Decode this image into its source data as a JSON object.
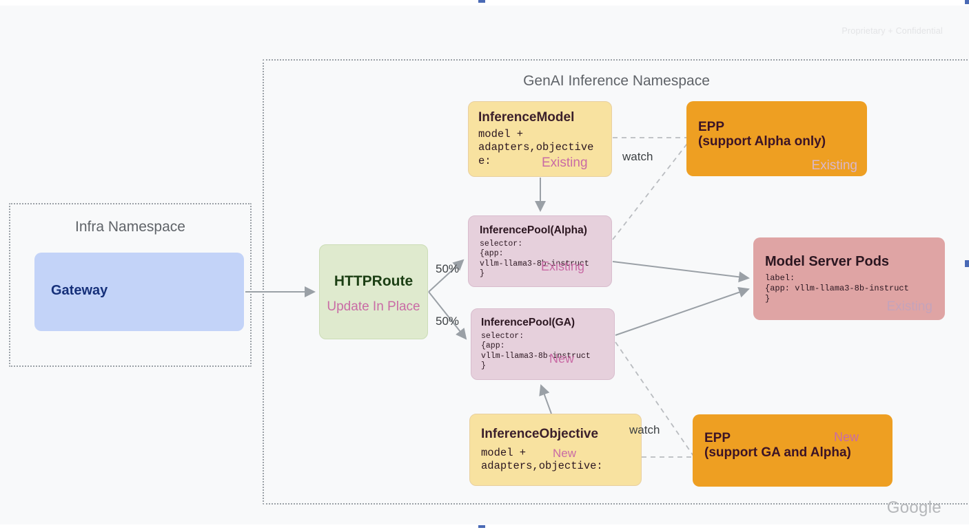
{
  "page": {
    "confidential_notice": "Proprietary + Confidential",
    "brand": "Google"
  },
  "namespaces": [
    {
      "id": "infra",
      "title": "Infra Namespace"
    },
    {
      "id": "genai",
      "title": "GenAI Inference Namespace"
    }
  ],
  "nodes": {
    "gateway": {
      "title": "Gateway",
      "color": "#c3d3f8"
    },
    "httproute": {
      "title": "HTTPRoute",
      "tag": "Update In Place",
      "color": "#dfeace"
    },
    "inference_model": {
      "title": "InferenceModel",
      "spec": "model +\nadapters,objective\ne:",
      "tag": "Existing",
      "color": "#f8e2a0"
    },
    "inference_pool_alpha": {
      "title": "InferencePool(Alpha)",
      "spec": "selector:\n{app:\nvllm-llama3-8b-instruct\n}",
      "tag": "Existing",
      "color": "#e6d0dc"
    },
    "inference_pool_ga": {
      "title": "InferencePool(GA)",
      "spec": "selector:\n{app:\nvllm-llama3-8b-instruct\n}",
      "tag": "New",
      "color": "#e6d0dc"
    },
    "inference_objective": {
      "title": "InferenceObjective",
      "spec": "model +\nadapters,objective:",
      "tag": "New",
      "color": "#f8e2a0"
    },
    "epp_alpha": {
      "title_line1": "EPP",
      "title_line2": "(support Alpha only)",
      "tag": "Existing",
      "color": "#ee9f22"
    },
    "epp_ga": {
      "title_line1": "EPP",
      "title_line2": "(support GA and Alpha)",
      "tag": "New",
      "color": "#ee9f22"
    },
    "model_server_pods": {
      "title": "Model Server Pods",
      "spec": "label:\n{app: vllm-llama3-8b-instruct\n}",
      "tag": "Existing",
      "color": "#dfa4a4"
    }
  },
  "edges": {
    "split_alpha": "50%",
    "split_ga": "50%",
    "watch_top": "watch",
    "watch_bottom": "watch"
  }
}
